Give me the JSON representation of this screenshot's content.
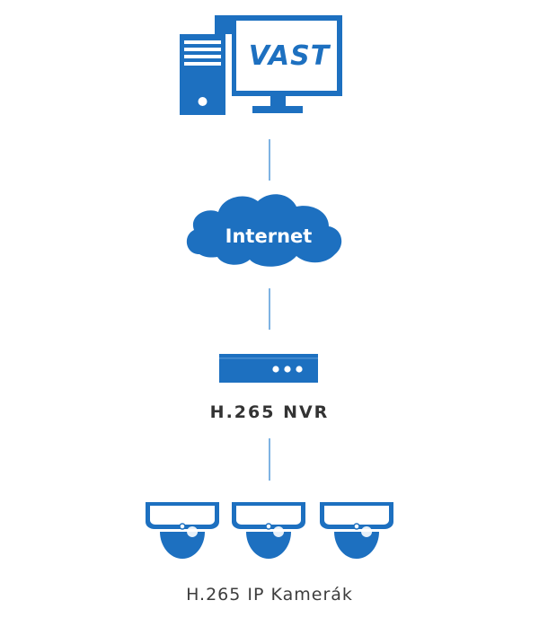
{
  "colors": {
    "primary": "#1d70c0",
    "connector": "#7fb3e3",
    "text": "#333333",
    "background": "#ffffff"
  },
  "computer": {
    "brand": "VAST",
    "icon": "desktop-computer-icon"
  },
  "network": {
    "label": "Internet",
    "icon": "cloud-icon"
  },
  "nvr": {
    "label": "H.265 NVR",
    "icon": "nvr-box-icon"
  },
  "cameras": {
    "label": "H.265 IP Kamerák",
    "icon": "dome-camera-icon",
    "count": 3
  }
}
